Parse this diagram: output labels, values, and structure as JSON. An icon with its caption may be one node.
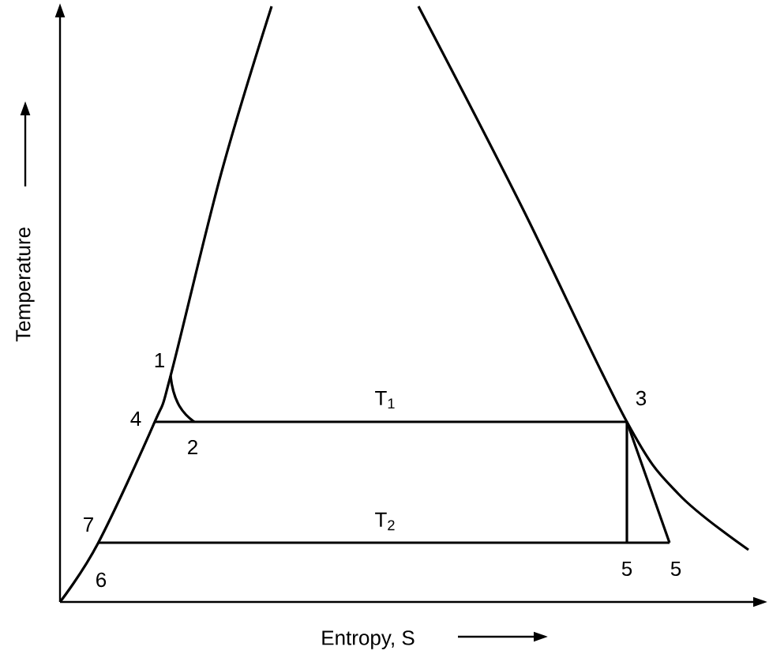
{
  "diagram": {
    "labels": [
      "Temperature",
      "1",
      "4",
      "T$_{1}$",
      "3",
      "2",
      "7",
      "T$_{2}$",
      "6",
      "5",
      "5",
      "Entropy, S"
    ]
  }
}
